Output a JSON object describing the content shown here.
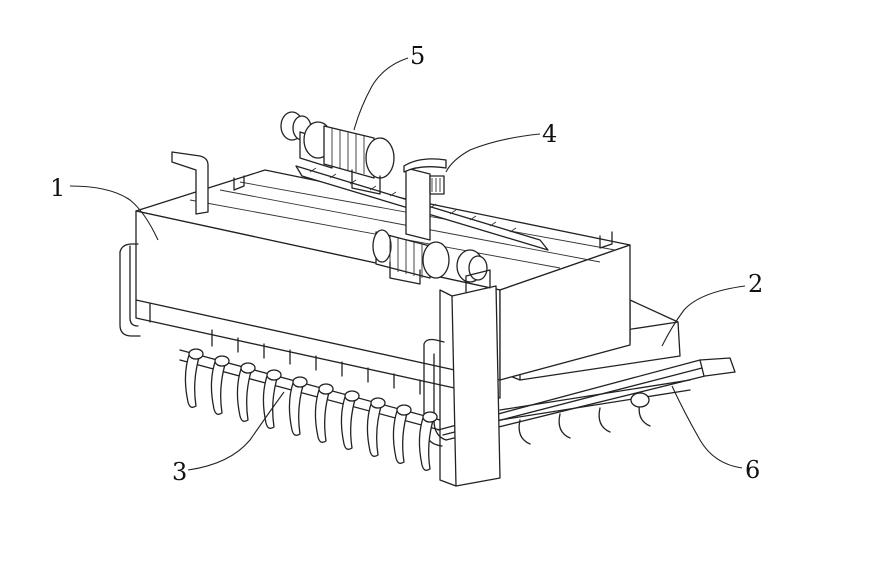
{
  "labels": {
    "part1": "1",
    "part2": "2",
    "part3": "3",
    "part4": "4",
    "part5": "5",
    "part6": "6"
  },
  "colors": {
    "ink": "#222222",
    "paper": "#ffffff"
  }
}
